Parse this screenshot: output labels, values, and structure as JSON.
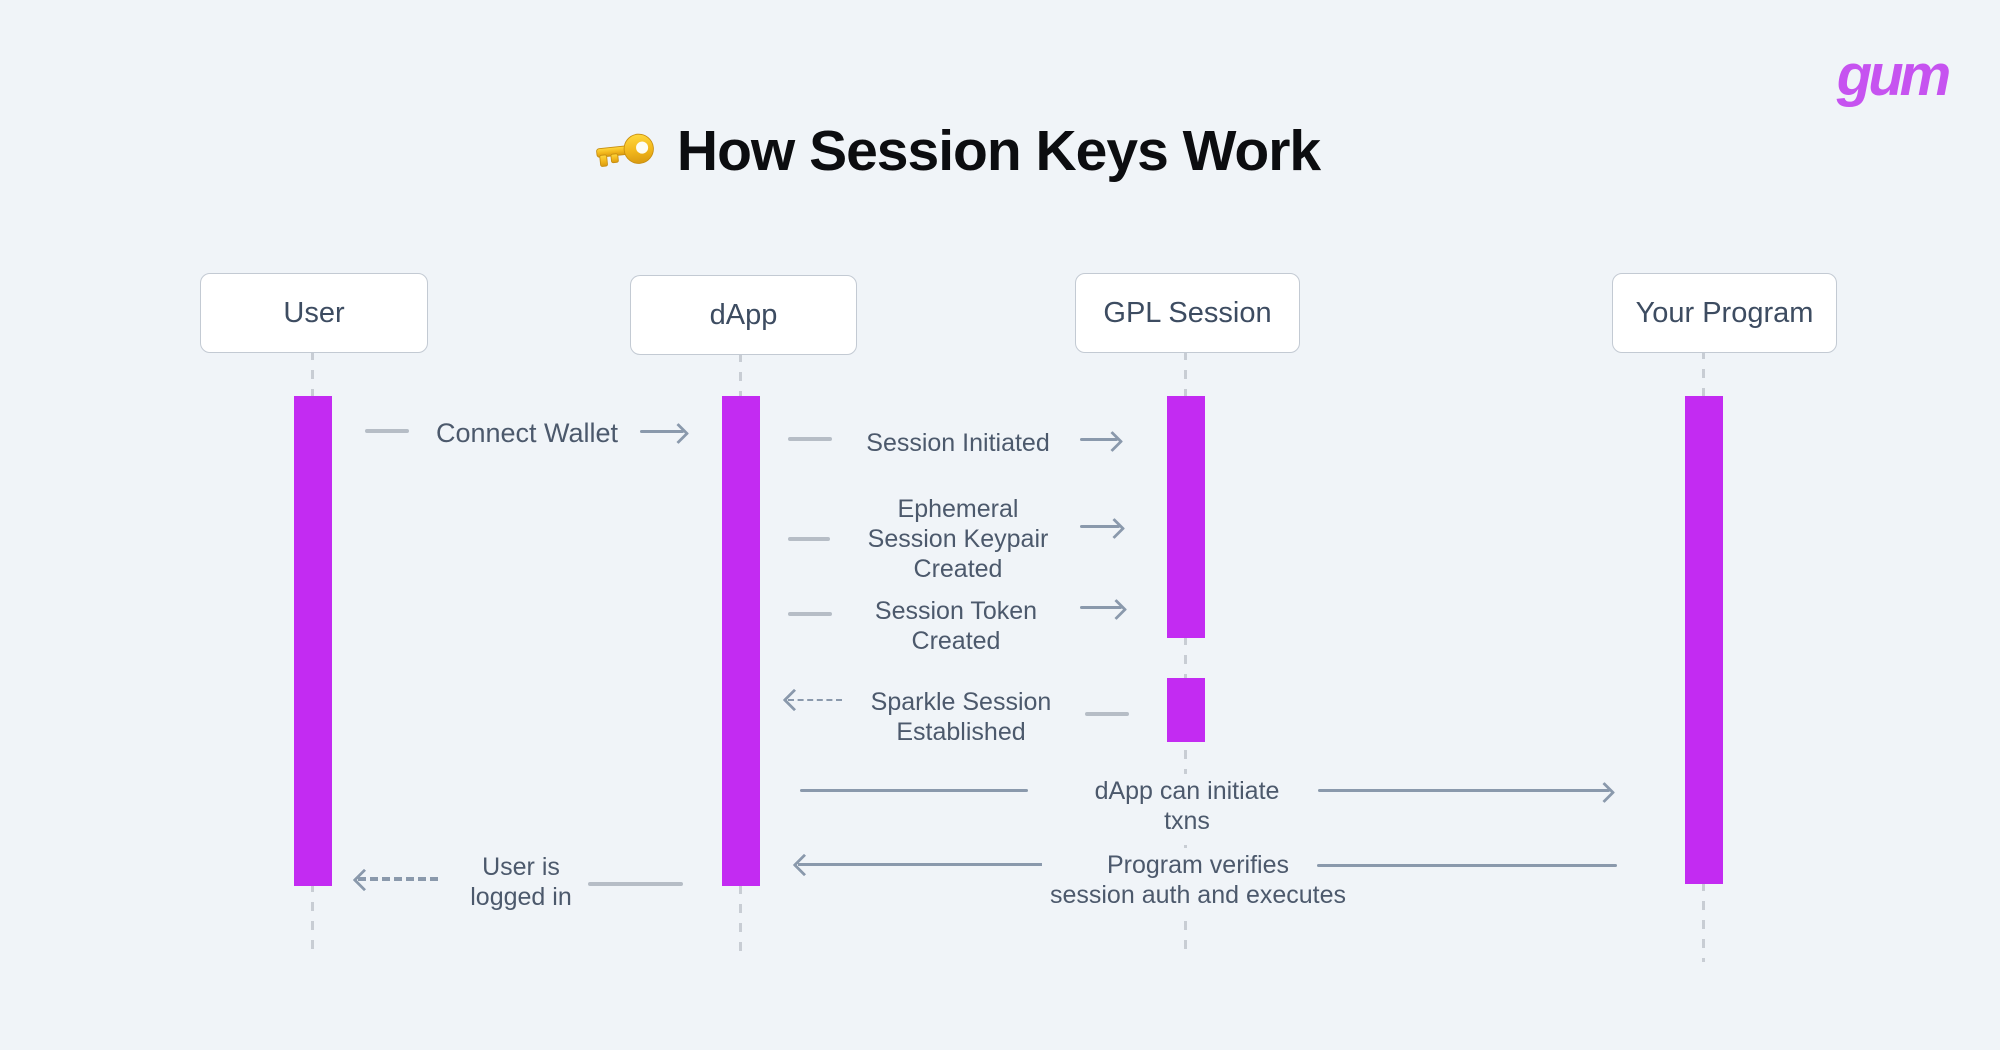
{
  "logo": {
    "text": "gum",
    "color": "#c653f0"
  },
  "title": {
    "icon": "key-icon",
    "text": "How Session Keys Work"
  },
  "actors": [
    {
      "id": "user",
      "label": "User"
    },
    {
      "id": "dapp",
      "label": "dApp"
    },
    {
      "id": "gpl",
      "label": "GPL Session"
    },
    {
      "id": "program",
      "label": "Your Program"
    }
  ],
  "messages": [
    {
      "label": "Connect Wallet",
      "from": "user",
      "to": "dapp",
      "line": "solid"
    },
    {
      "label": "Session Initiated",
      "from": "dapp",
      "to": "gpl",
      "line": "solid"
    },
    {
      "label": "Ephemeral\nSession Keypair\nCreated",
      "from": "dapp",
      "to": "gpl",
      "line": "solid"
    },
    {
      "label": "Session Token\nCreated",
      "from": "dapp",
      "to": "gpl",
      "line": "solid"
    },
    {
      "label": "Sparkle Session\nEstablished",
      "from": "gpl",
      "to": "dapp",
      "line": "dashed"
    },
    {
      "label": "dApp can initiate\ntxns",
      "from": "dapp",
      "to": "program",
      "line": "solid"
    },
    {
      "label": "Program verifies\nsession auth and executes",
      "from": "program",
      "to": "dapp",
      "line": "solid"
    },
    {
      "label": "User is\nlogged in",
      "from": "dapp",
      "to": "user",
      "line": "dashed"
    }
  ],
  "colors": {
    "background": "#f0f4f8",
    "activation_bar": "#c32bf2",
    "arrow": "#8a99ac",
    "lifeline": "#c8cdd4",
    "logo": "#c653f0",
    "box_border": "#c3cad3",
    "box_text": "#3d4c61",
    "message_text": "#4c596c"
  }
}
